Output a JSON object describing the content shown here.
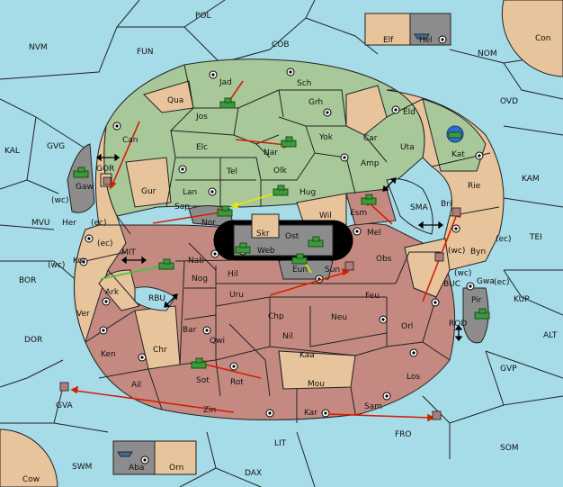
{
  "colors": {
    "sea": "#a6dbe8",
    "green_power": "#a9c89a",
    "tan_power": "#e7c49b",
    "red_power": "#c48a82",
    "impassable": "#8c8c8c",
    "move_arrow": "#d42000",
    "support_arrow": "#e8e800",
    "green_support_arrow": "#33cc33"
  },
  "sea_labels": {
    "POL": "POL",
    "NVM": "NVM",
    "FUN": "FUN",
    "COB": "COB",
    "NOM": "NOM",
    "OVD": "OVD",
    "KAL": "KAL",
    "GVG": "GVG",
    "KAM": "KAM",
    "MVU": "MVU",
    "TEI": "TEI",
    "SMA": "SMA",
    "MIT": "MIT",
    "BOR": "BOR",
    "RBU": "RBU",
    "KUP": "KUP",
    "BUC": "BUC",
    "DOR": "DOR",
    "ROD": "ROD",
    "ALT": "ALT",
    "GVP": "GVP",
    "GVA": "GVA",
    "FRO": "FRO",
    "SOM": "SOM",
    "LIT": "LIT",
    "SWM": "SWM",
    "DAX": "DAX",
    "Con": "Con",
    "Cow": "Cow",
    "GOR": "GOR"
  },
  "land_labels": {
    "Jad": "Jad",
    "Sch": "Sch",
    "Qua": "Qua",
    "Jos": "Jos",
    "Grh": "Grh",
    "Eld": "Eld",
    "Can": "Can",
    "Car": "Car",
    "Elc": "Elc",
    "Nar": "Nar",
    "Yok": "Yok",
    "Uta": "Uta",
    "Kat": "Kat",
    "Tel": "Tel",
    "Olk": "Olk",
    "Amp": "Amp",
    "Gaw": "Gaw",
    "Gur": "Gur",
    "Lan": "Lan",
    "Hug": "Hug",
    "Rie": "Rie",
    "Esm": "Esm",
    "Bri": "Bri",
    "Her": "Her",
    "Sap": "Sap",
    "Nor": "Nor",
    "Skr": "Skr",
    "Wil": "Wil",
    "Ost": "Ost",
    "Mel": "Mel",
    "Kor": "Kor",
    "Web": "Web",
    "Nab": "Nab",
    "Obs": "Obs",
    "Byn": "Byn",
    "Eun": "Eun",
    "Sun": "Sun",
    "Hil": "Hil",
    "Nog": "Nog",
    "Ark": "Ark",
    "Gwa": "Gwa",
    "Uru": "Uru",
    "Feu": "Feu",
    "Pir": "Pir",
    "Ver": "Ver",
    "Chp": "Chp",
    "Neu": "Neu",
    "Bar": "Bar",
    "Qwi": "Qwi",
    "Orl": "Orl",
    "Nil": "Nil",
    "Ken": "Ken",
    "Chr": "Chr",
    "Kaa": "Kaa",
    "Sot": "Sot",
    "Rot": "Rot",
    "Los": "Los",
    "Ail": "Ail",
    "Mou": "Mou",
    "Zin": "Zin",
    "Kar": "Kar",
    "Sam": "Sam",
    "Elf": "Elf",
    "Hel": "Hel",
    "Aba": "Aba",
    "Orn": "Orn"
  },
  "coast_labels": {
    "wc": "(wc)",
    "ec": "(ec)"
  }
}
